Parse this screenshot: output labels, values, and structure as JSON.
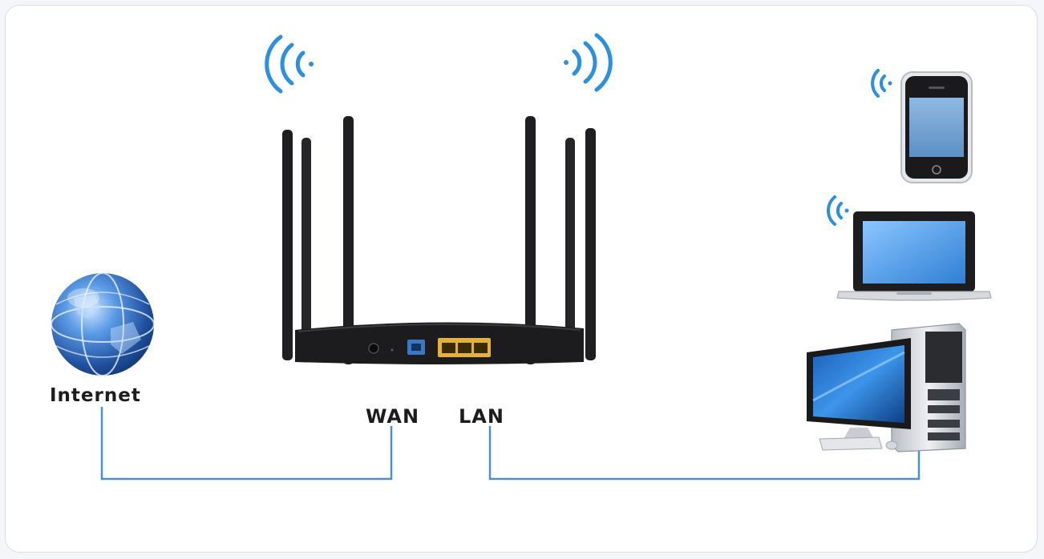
{
  "labels": {
    "internet": "Internet",
    "wan": "WAN",
    "lan": "LAN"
  },
  "colors": {
    "cable": "#4a8fd6",
    "wifi_waves": "#2d8fe0",
    "router_body": "#1c1c1e",
    "lan_ports": "#e3b23c",
    "wan_port": "#3b78c4",
    "globe": "#2f6fc6",
    "screen": "#62a6ee"
  },
  "icons": {
    "internet": "globe-icon",
    "router": "wireless-router-icon",
    "phone": "smartphone-icon",
    "laptop": "laptop-icon",
    "desktop": "desktop-computer-icon",
    "wifi": "wifi-signal-icon"
  }
}
